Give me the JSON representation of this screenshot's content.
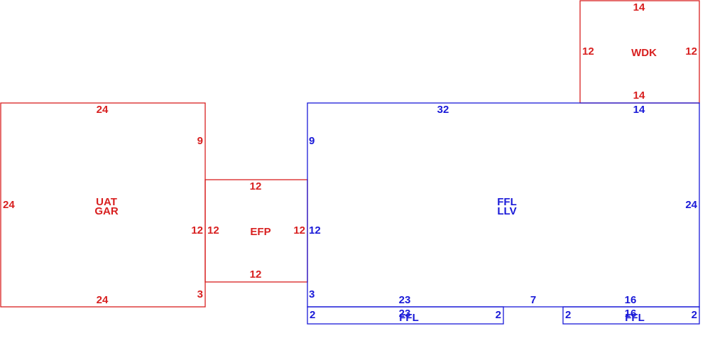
{
  "colors": {
    "red": "#d82020",
    "blue": "#1a1ad8"
  },
  "areas": {
    "gar": {
      "color": "red",
      "code_1": "UAT",
      "code_2": "GAR",
      "top": "24",
      "bottom": "24",
      "left": "24",
      "right_upper": "9",
      "right_middle": "12",
      "right_lower": "3"
    },
    "efp": {
      "color": "red",
      "code": "EFP",
      "top": "12",
      "bottom": "12",
      "left": "12",
      "right": "12"
    },
    "wdk": {
      "color": "red",
      "code": "WDK",
      "top": "14",
      "bottom": "14",
      "left": "12",
      "right": "12"
    },
    "main": {
      "color": "blue",
      "code_1": "FFL",
      "code_2": "LLV",
      "top_left": "32",
      "top_right": "14",
      "right": "24",
      "left_upper": "9",
      "left_middle": "12",
      "left_lower": "3",
      "bottom_left": "23",
      "bottom_middle": "7",
      "bottom_right": "16"
    },
    "ext_left": {
      "color": "blue",
      "code": "FFL",
      "top": "23",
      "left": "2",
      "right": "2"
    },
    "ext_right": {
      "color": "blue",
      "code": "FFL",
      "top": "16",
      "left": "2",
      "right": "2"
    }
  }
}
